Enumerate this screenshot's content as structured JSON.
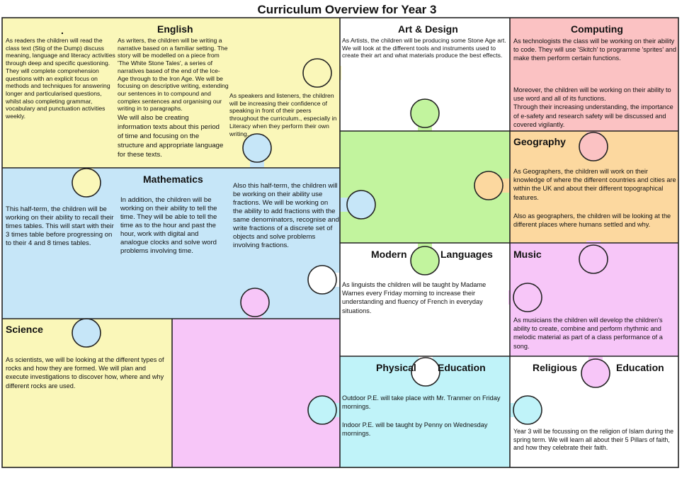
{
  "title": "Curriculum Overview for Year 3",
  "colors": {
    "english": "#faf7b9",
    "maths": "#c6e6f8",
    "art": "#ffffff",
    "computing": "#fbc2c3",
    "green": "#c2f49e",
    "geography": "#fcd89f",
    "music": "#f7c6f8",
    "science": "#faf7b9",
    "pink": "#f7c6f8",
    "mfl": "#ffffff",
    "pe": "#c0f3f9",
    "re": "#ffffff",
    "outline": "#222222"
  },
  "english": {
    "heading": "English",
    "dot": ".",
    "reading": "As readers the children will read the class text (Stig of the Dump) discuss meaning, language and literacy activities through deep and specific questioning.\nThey will complete comprehension questions with an explicit focus on methods and techniques for answering longer and particularised questions, whilst also completing grammar, vocabulary and punctuation activities weekly.",
    "writing": "As writers, the children will be writing a narrative based on a familiar setting. The story will be modelled on a piece from 'The White Stone Tales', a series of narratives based of the end of the Ice-Age through to the Iron Age. We will be focusing on descriptive writing, extending our sentences in to compound and complex sentences and organising our writing in to paragraphs.",
    "information": "We will also be creating information texts about this period of time and focusing on the structure and appropriate language for these texts.",
    "speaking": "As speakers and listeners, the children will be increasing their confidence of speaking in front of their peers throughout the curriculum., especially in Literacy when they perform their own writing."
  },
  "art": {
    "heading": "Art & Design",
    "text": "As Artists, the children will be producing some Stone Age art. We will look at the different tools and instruments used to create their art and what materials produce the best effects."
  },
  "computing": {
    "heading": "Computing",
    "text1": "As technologists the class will be working on their ability to code. They will use 'Skitch' to programme 'sprites' and make them perform certain functions.",
    "text2": "Moreover, the children will be working on their ability to use word and all of its functions.\nThrough their increasing understanding, the importance of e-safety and research safety will be discussed and covered vigilantly."
  },
  "geography": {
    "heading": "Geography",
    "text1": "As Geographers, the children will work on their knowledge of where the different countries and cities are within the UK and about their different topographical features.",
    "text2": "Also as geographers, the children will be looking at the different places where humans settled and why."
  },
  "mathematics": {
    "heading": "Mathematics",
    "text1": "This half-term, the children will be working on their ability to recall their times tables. This will start with their 3 times table before progressing on to their 4 and 8 times tables.",
    "text2": "In addition, the children will be working on their ability to tell the time. They will be able to tell the time as to the hour and past the hour, work with digital and analogue clocks and solve word problems involving time.",
    "text3": "Also this half-term, the children will be working on their ability use fractions. We will be working on the ability to add fractions with the same denominators, recognise and write fractions of a discrete set of objects and solve problems involving fractions."
  },
  "languages": {
    "heading_left": "Modern",
    "heading_right": "Languages",
    "text": "As linguists the children will be taught by Madame Warnes every Friday morning to increase their understanding and fluency of French in everyday situations."
  },
  "music": {
    "heading": "Music",
    "text": "As musicians the children will develop the children's ability to create, combine and perform rhythmic and melodic material as part of a class performance of a song."
  },
  "science": {
    "heading": "Science",
    "text": "As scientists, we will be looking at the different types of rocks and how they are formed. We will plan and execute investigations to discover how, where and why different rocks are used."
  },
  "pe": {
    "heading_left": "Physical",
    "heading_right": "Education",
    "text1": "Outdoor P.E. will take place with Mr. Tranmer on Friday mornings.",
    "text2": "Indoor P.E. will be taught by Penny on Wednesday mornings."
  },
  "re": {
    "heading_left": "Religious",
    "heading_right": "Education",
    "text": "Year 3 will be focussing on the religion of Islam during the spring term. We will learn all about their 5 Pillars of faith, and how they celebrate their faith."
  }
}
